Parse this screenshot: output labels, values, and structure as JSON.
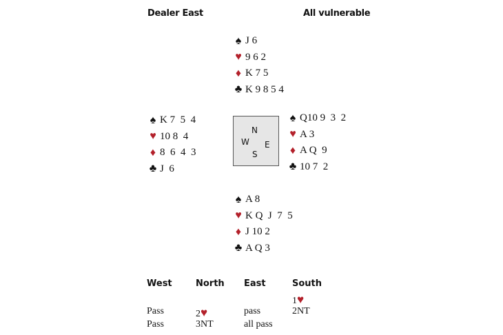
{
  "header": {
    "dealer": "Dealer East",
    "vulnerability": "All vulnerable"
  },
  "suit_colors": {
    "black": "#111111",
    "red": "#b3202a"
  },
  "hands": {
    "north": {
      "spades": "J 6",
      "hearts": "9 6 2",
      "diamonds": "K 7 5",
      "clubs": "K 9 8 5 4"
    },
    "west": {
      "spades": "K 7  5  4",
      "hearts": "10 8  4",
      "diamonds": "8  6  4  3",
      "clubs": "J  6"
    },
    "east": {
      "spades": "Q10 9  3  2",
      "hearts": "A 3",
      "diamonds": "A Q  9",
      "clubs": "10 7  2"
    },
    "south": {
      "spades": "A 8",
      "hearts": "K Q  J  7  5",
      "diamonds": "J 10 2",
      "clubs": "A Q 3"
    }
  },
  "compass": {
    "n": "N",
    "e": "E",
    "s": "S",
    "w": "W"
  },
  "auction": {
    "headers": [
      "West",
      "North",
      "East",
      "South"
    ],
    "rows": [
      [
        "",
        "",
        "",
        "1"
      ],
      [
        "Pass",
        "2",
        "pass",
        "2NT"
      ],
      [
        "Pass",
        "3NT",
        "all pass",
        ""
      ]
    ]
  }
}
